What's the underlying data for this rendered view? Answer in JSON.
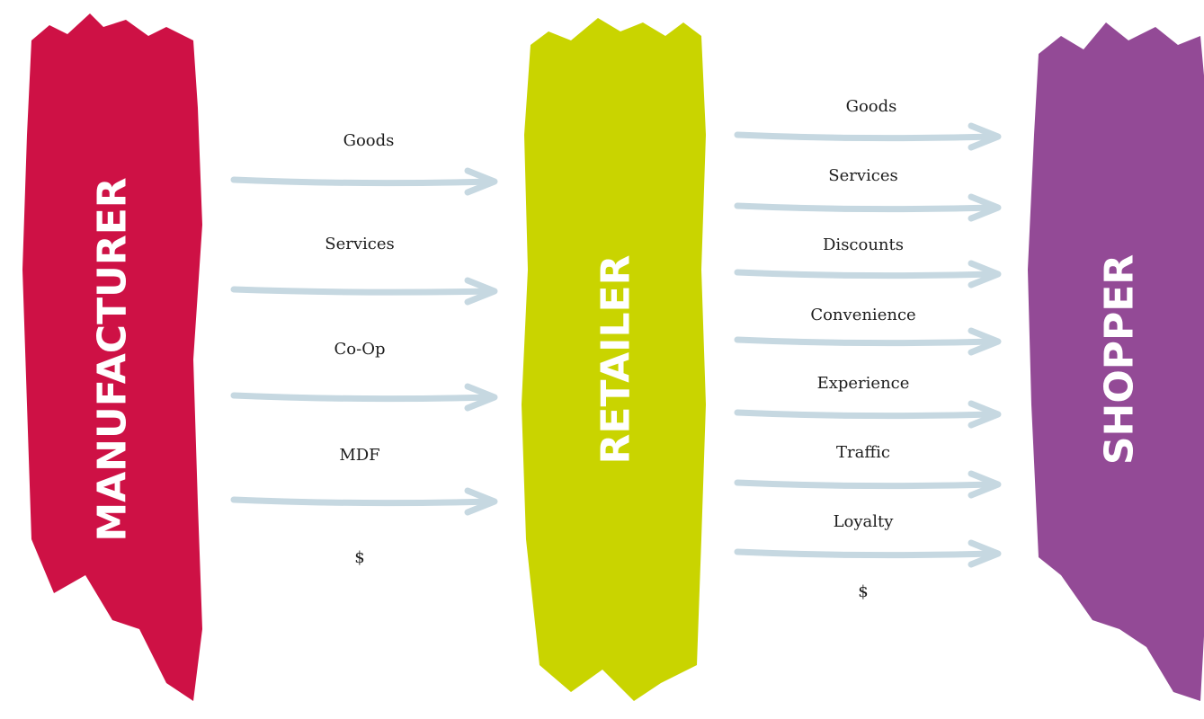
{
  "colors": {
    "manufacturer": "#CE1145",
    "retailer": "#C9D400",
    "shopper": "#934A96",
    "arrow": "#C6D8E1",
    "text": "#1D1D1D",
    "label": "#FFFFFF"
  },
  "nodes": {
    "manufacturer": "MANUFACTURER",
    "retailer": "RETAILER",
    "shopper": "SHOPPER"
  },
  "flows_manufacturer_to_retailer": [
    "Goods",
    "Services",
    "Co-Op",
    "MDF",
    "$"
  ],
  "flows_retailer_to_shopper": [
    "Goods",
    "Services",
    "Discounts",
    "Convenience",
    "Experience",
    "Traffic",
    "Loyalty",
    "$"
  ]
}
